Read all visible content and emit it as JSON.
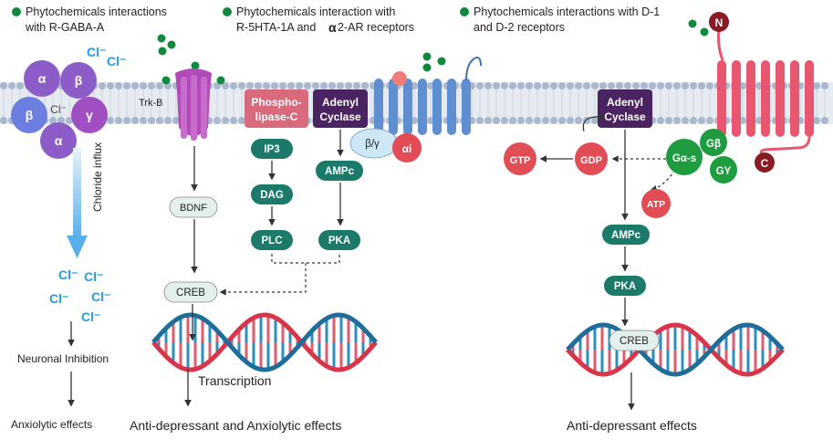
{
  "colors": {
    "membrane_head": "#a9b8cd",
    "membrane_tail": "#d5dde8",
    "gaba_subunit": "#8c5cc8",
    "gaba_subunit_light": "#6c7fe0",
    "trkb": "#b24ab7",
    "plc_box": "#d96a7c",
    "adenyl_box": "#4a2460",
    "messenger": "#1b7a6a",
    "pale_box": "#e3f0ee",
    "receptor_blue": "#5f8fd1",
    "receptor_pink": "#e9566f",
    "g_alpha_red": "#e24d55",
    "g_green": "#1e9c3f",
    "chloride": "#1e9fe0",
    "dna_red": "#d8344a",
    "dna_blue": "#1f6e9a",
    "ligand_dot": "#0f8a3c"
  },
  "icons": {
    "ligand": "green-dot-icon",
    "arrow": "arrow-icon",
    "dna": "dna-helix-icon"
  },
  "panel1": {
    "heading_line1": "Phytochemicals interactions",
    "heading_line2": "with R-GABA-A",
    "subunits": [
      "α",
      "β",
      "β",
      "γ",
      "α"
    ],
    "pore_ion": "Cl⁻",
    "ions_top": [
      "Cl⁻",
      "Cl⁻"
    ],
    "influx_label": "Chloride influx",
    "ions_bottom": [
      "Cl⁻",
      "Cl⁻",
      "Cl⁻",
      "Cl⁻",
      "Cl⁻"
    ],
    "step1": "Neuronal Inhibition",
    "step2": "Anxiolytic effects"
  },
  "panel2": {
    "heading_line1": "Phytochemicals interaction with",
    "heading_line2a": "R-5HTA-1A and",
    "heading_alpha": "α",
    "heading_line2b": "2-AR receptors",
    "trkb_label": "Trk-B",
    "bdnf": "BDNF",
    "plc_line1": "Phospho-",
    "plc_line2": "lipase-C",
    "ac_line1": "Adenyl",
    "ac_line2": "Cyclase",
    "ip3": "IP3",
    "dag": "DAG",
    "plc": "PLC",
    "ampc": "AMPc",
    "pka": "PKA",
    "beta_gamma": "β/γ",
    "alpha_i": "αi",
    "creb": "CREB",
    "transcription": "Transcription",
    "effects": "Anti-depressant and Anxiolytic effects"
  },
  "panel3": {
    "heading_line1": "Phytochemicals interactions with D-1",
    "heading_line2": "and D-2 receptors",
    "n_term": "N",
    "c_term": "C",
    "ac_line1": "Adenyl",
    "ac_line2": "Cyclase",
    "gtp": "GTP",
    "gdp": "GDP",
    "g_alpha_s": "Gα-s",
    "g_beta": "Gβ",
    "g_gamma": "GY",
    "atp": "ATP",
    "ampc": "AMPc",
    "pka": "PKA",
    "creb": "CREB",
    "effects": "Anti-depressant effects"
  }
}
